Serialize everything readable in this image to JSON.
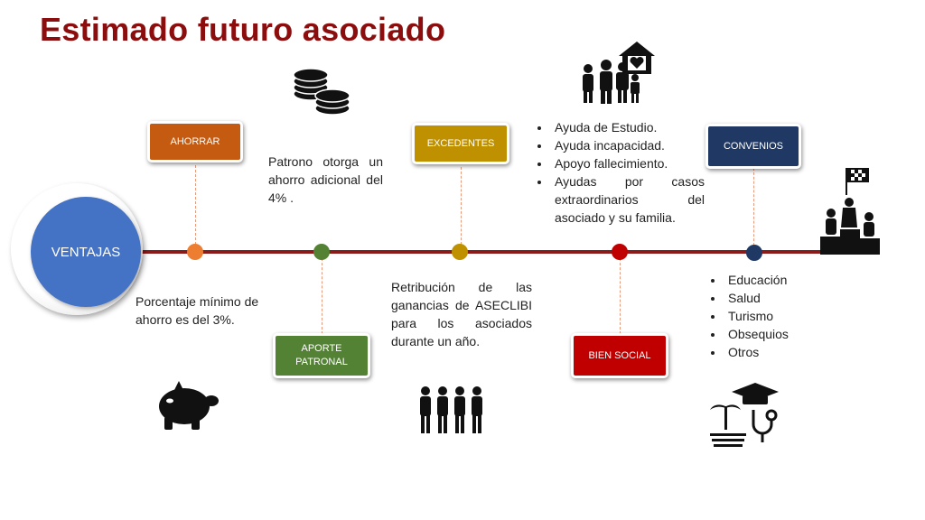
{
  "title": "Estimado futuro asociado",
  "center": {
    "label": "VENTAJAS"
  },
  "boxes": {
    "ahorrar": "AHORRAR",
    "aporte_patronal": "APORTE PATRONAL",
    "excedentes": "EXCEDENTES",
    "bien_social": "BIEN SOCIAL",
    "convenios": "CONVENIOS"
  },
  "texts": {
    "ahorrar": "Porcentaje mínimo de ahorro es del 3%.",
    "aporte_patronal": "Patrono otorga un ahorro adicional del 4% .",
    "excedentes": "Retribución de las ganancias de ASECLIBI para los asociados durante un año."
  },
  "bien_social_items": [
    "Ayuda de Estudio.",
    "Ayuda incapacidad.",
    "Apoyo fallecimiento.",
    "Ayudas por casos extraordinarios del asociado y su familia."
  ],
  "convenios_items": [
    "Educación",
    "Salud",
    "Turismo",
    "Obsequios",
    "Otros"
  ],
  "colors": {
    "title": "#8b0d0d",
    "timeline": "#8b1a1a",
    "ventajas": "#4472c4",
    "ahorrar": "#c55a11",
    "aporte_patronal": "#548235",
    "excedentes": "#bf9000",
    "bien_social": "#c00000",
    "convenios": "#1f3864"
  },
  "icons": [
    "coins-icon",
    "piggy-bank-icon",
    "family-home-icon",
    "group-people-icon",
    "podium-winner-icon",
    "education-health-travel-icon"
  ]
}
